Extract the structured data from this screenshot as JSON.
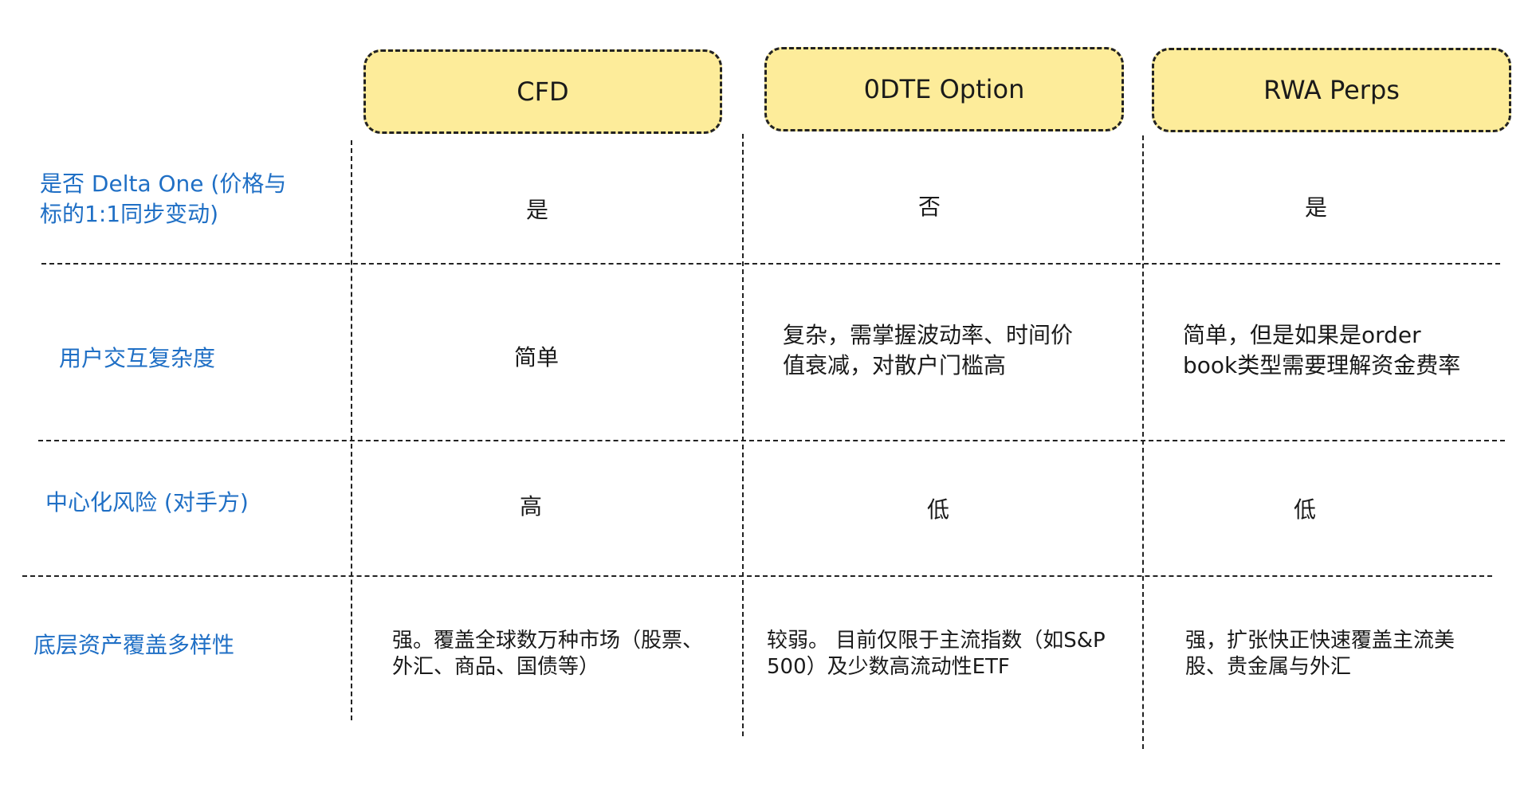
{
  "columns": [
    "CFD",
    "0DTE Option",
    "RWA Perps"
  ],
  "rows": [
    {
      "label_lines": [
        "是否 Delta One (价格与",
        "标的1:1同步变动)"
      ],
      "cells": [
        [
          "是"
        ],
        [
          "否"
        ],
        [
          "是"
        ]
      ]
    },
    {
      "label_lines": [
        "用户交互复杂度"
      ],
      "cells": [
        [
          "简单"
        ],
        [
          "复杂，需掌握波动率、时间价",
          "值衰减，对散户门槛高"
        ],
        [
          "简单，但是如果是order",
          "book类型需要理解资金费率"
        ]
      ]
    },
    {
      "label_lines": [
        "中心化风险 (对手方)"
      ],
      "cells": [
        [
          "高"
        ],
        [
          "低"
        ],
        [
          "低"
        ]
      ]
    },
    {
      "label_lines": [
        "底层资产覆盖多样性"
      ],
      "cells": [
        [
          "强。覆盖全球数万种市场（股票、",
          "外汇、商品、国债等）"
        ],
        [
          "较弱。 目前仅限于主流指数（如S&P",
          "500）及少数高流动性ETF"
        ],
        [
          "强，扩张快正快速覆盖主流美",
          "股、贵金属与外汇"
        ]
      ]
    }
  ],
  "colors": {
    "header_fill": "#fdec9a",
    "label_text": "#1f6fc5",
    "body_text": "#1a1a1a",
    "border": "#222222"
  }
}
